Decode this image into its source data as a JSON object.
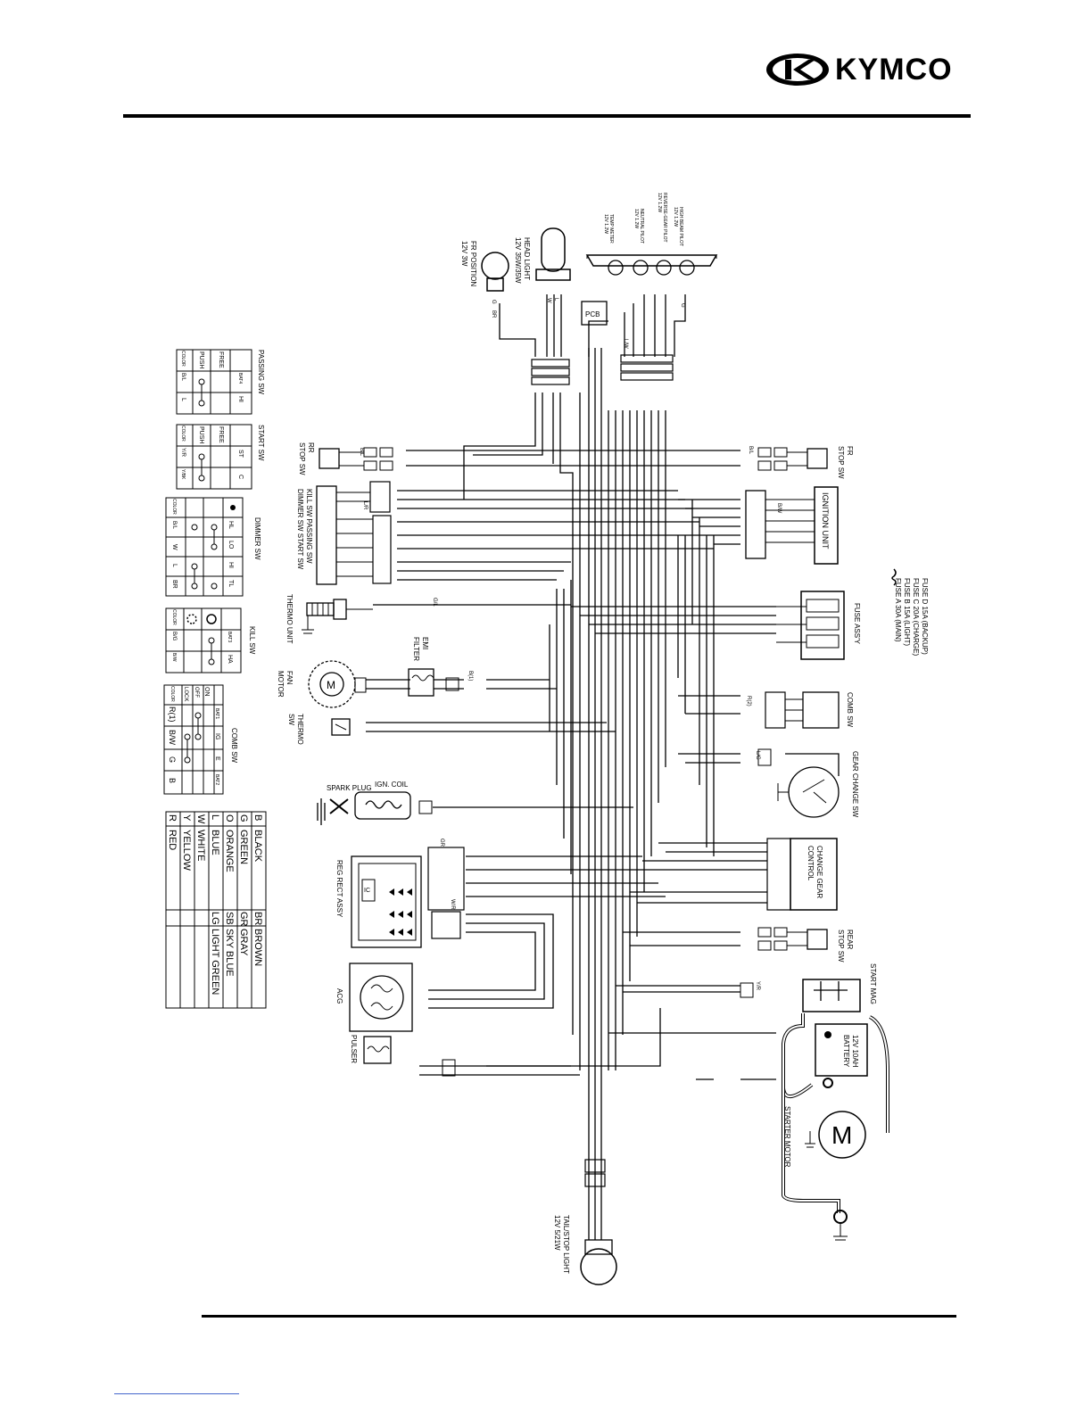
{
  "brand": {
    "name": "KYMCO"
  },
  "components": {
    "fr_position": [
      "FR POSITION",
      "12V 3W"
    ],
    "head_light": [
      "HEAD LIGHT",
      "12V 35W/35W"
    ],
    "meter": [
      "HIGH BEAM PILOT",
      "12V 1.2W",
      "REVERSE-GEAR PILOT",
      "12V 1.2W",
      "NEUTRAL PILOT",
      "12V 1.2W",
      "TEMP METER",
      "12V 1.2W"
    ],
    "pcb": "PCB",
    "fr_stop_sw": [
      "FR",
      "STOP SW"
    ],
    "rr_stop_sw": [
      "RR",
      "STOP SW"
    ],
    "ignition_unit": "IGNITION UNIT",
    "fuses": [
      "FUSE A 30A (MAIN)",
      "FUSE B 15A (LIGHT)",
      "FUSE C 20A (CHARGE)",
      "FUSE D 15A (BACKUP)"
    ],
    "fuse_assy": "FUSE ASS'Y",
    "handle_sw": [
      "KILL SW PASSING SW",
      "DIMMER SW START SW"
    ],
    "thermo_unit": "THERMO UNIT",
    "emi_filter": [
      "EMI",
      "FILTER"
    ],
    "fan_motor": [
      "FAN",
      "MOTOR"
    ],
    "thermo_sw": [
      "THERMO",
      "SW"
    ],
    "comb_sw": "COMB SW",
    "gear_change_sw": "GEAR CHANGE SW",
    "spark_plug": "SPARK PLUG",
    "ign_coil": "IGN. COIL",
    "change_gear_control": [
      "CHANGE GEAR",
      "CONTROL"
    ],
    "reg_rect": "REG RECT ASSY",
    "ic": "IC",
    "rear_stop_sw": [
      "REAR",
      "STOP SW"
    ],
    "start_mag": "START MAG",
    "acg": "ACG",
    "pulser": "PULSER",
    "battery": [
      "12V 10AH",
      "BATTERY"
    ],
    "starter_motor": "STARTER MOTOR",
    "motor_symbol": "M",
    "tail_stop_light": [
      "TAIL/STOP LIGHT",
      "12V 5/21W"
    ]
  },
  "switch_tables": {
    "passing_sw": {
      "title": "PASSING SW",
      "head": [
        "",
        "BAT4",
        "HI"
      ],
      "rows": [
        [
          "FREE",
          "",
          ""
        ],
        [
          "PUSH",
          "",
          ""
        ],
        [
          "COLOR",
          "B/L",
          "L"
        ]
      ]
    },
    "start_sw": {
      "title": "START SW",
      "head": [
        "",
        "ST",
        "C"
      ],
      "rows": [
        [
          "FREE",
          "",
          ""
        ],
        [
          "PUSH",
          "",
          ""
        ],
        [
          "COLOR",
          "Y/R",
          "Y/BK"
        ]
      ]
    },
    "dimmer_sw": {
      "title": "DIMMER SW",
      "head": [
        "",
        "HL",
        "LO",
        "HI",
        "TL"
      ],
      "rows": [
        [
          "",
          "",
          "",
          "",
          ""
        ],
        [
          "",
          "",
          "",
          "",
          ""
        ],
        [
          "",
          "",
          "",
          "",
          ""
        ],
        [
          "COLOR",
          "B/L",
          "W",
          "L",
          "BR"
        ]
      ]
    },
    "kill_sw": {
      "title": "KILL SW",
      "head": [
        "",
        "BAT3",
        "HA"
      ],
      "rows": [
        [
          "",
          "",
          ""
        ],
        [
          "",
          "",
          ""
        ],
        [
          "COLOR",
          "B/G",
          "B/W"
        ]
      ]
    },
    "comb_sw": {
      "title": "COMB SW",
      "head": [
        "",
        "BAT1",
        "IG",
        "E",
        "BAT2"
      ],
      "rows": [
        [
          "ON",
          "",
          "",
          "",
          ""
        ],
        [
          "OFF",
          "",
          "",
          "",
          ""
        ],
        [
          "LOCK",
          "",
          "",
          "",
          ""
        ],
        [
          "COLOR",
          "R(1)",
          "B/W",
          "G",
          "B"
        ]
      ]
    }
  },
  "color_legend": {
    "left": [
      [
        "B",
        "BLACK"
      ],
      [
        "G",
        "GREEN"
      ],
      [
        "O",
        "ORANGE"
      ],
      [
        "L",
        "BLUE"
      ],
      [
        "W",
        "WHITE"
      ],
      [
        "Y",
        "YELLOW"
      ],
      [
        "R",
        "RED"
      ]
    ],
    "right": [
      [
        "BR",
        "BROWN"
      ],
      [
        "GR",
        "GRAY"
      ],
      [
        "SB",
        "SKY BLUE"
      ],
      [
        "LG",
        "LIGHT GREEN"
      ],
      [
        "",
        ""
      ],
      [
        "",
        ""
      ],
      [
        "",
        ""
      ]
    ]
  },
  "wire_labels": [
    "W",
    "L",
    "G",
    "BR",
    "L/W",
    "G",
    "B/L",
    "GR",
    "G/L",
    "L/R",
    "B/L",
    "Y/R",
    "B/W",
    "R(2)",
    "L/G",
    "B(1)",
    "W/R"
  ]
}
